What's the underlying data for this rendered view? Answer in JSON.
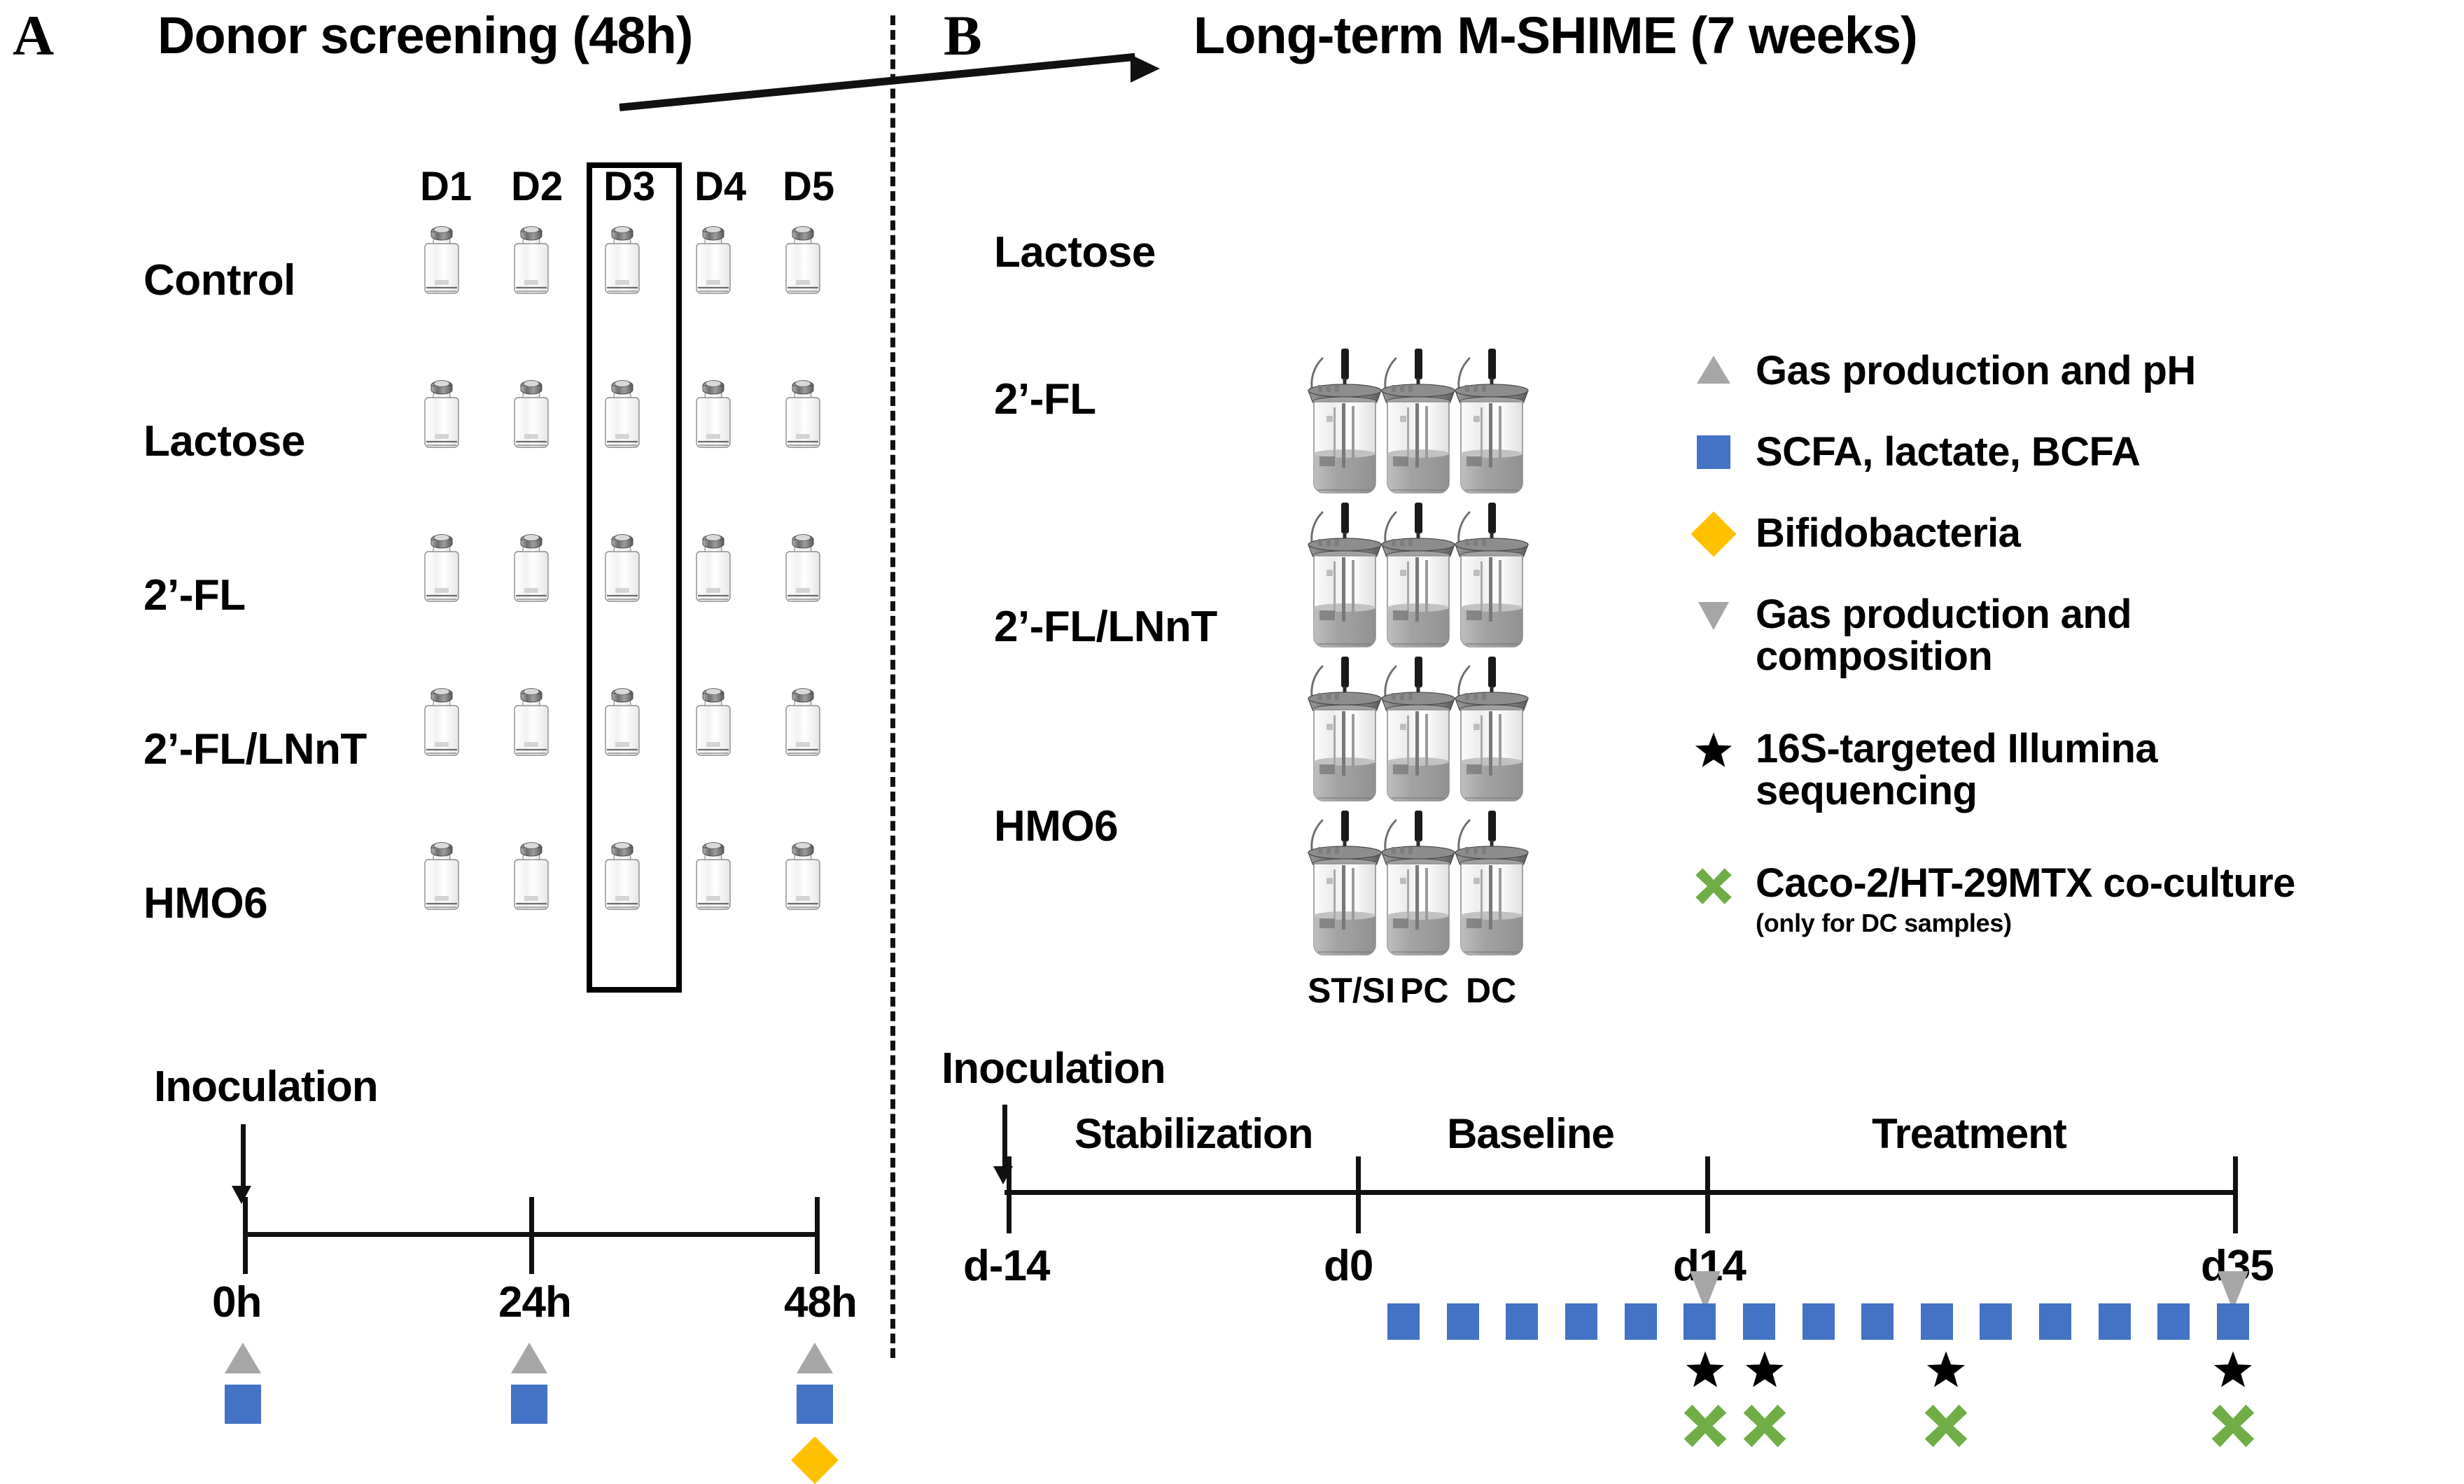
{
  "panels": {
    "a": {
      "letter": "A",
      "title": "Donor screening (48h)",
      "donors": [
        "D1",
        "D2",
        "D3",
        "D4",
        "D5"
      ],
      "highlighted_donor": "D3",
      "treatments": [
        "Control",
        "Lactose",
        "2’-FL",
        "2’-FL/LNnT",
        "HMO6"
      ],
      "timeline": {
        "inoculation_label": "Inoculation",
        "ticks": [
          "0h",
          "24h",
          "48h"
        ],
        "symbols": [
          [
            "gas-ph-triangle",
            "scfa-square"
          ],
          [
            "gas-ph-triangle",
            "scfa-square"
          ],
          [
            "gas-ph-triangle",
            "scfa-square",
            "bifido-diamond"
          ]
        ]
      }
    },
    "b": {
      "letter": "B",
      "title": "Long-term M-SHIME (7 weeks)",
      "treatments": [
        "Lactose",
        "2’-FL",
        "2’-FL/LNnT",
        "HMO6"
      ],
      "vessel_columns": [
        "ST/SI",
        "PC",
        "DC"
      ],
      "timeline": {
        "inoculation_label": "Inoculation",
        "phases": [
          "Stabilization",
          "Baseline",
          "Treatment"
        ],
        "ticks": [
          "d-14",
          "d0",
          "d14",
          "d35"
        ],
        "gas_marker_days": [
          "d14",
          "d35"
        ],
        "scfa_square_count": 15,
        "sequencing_star_days": [
          "d14",
          "d16",
          "d24",
          "d35"
        ],
        "coculture_days": [
          "d14",
          "d16",
          "d24",
          "d35"
        ]
      }
    }
  },
  "legend": {
    "items": [
      {
        "icon": "triangle-up-icon",
        "label": "Gas production and pH",
        "color": "#a6a6a6",
        "sub": ""
      },
      {
        "icon": "square-icon",
        "label": "SCFA, lactate, BCFA",
        "color": "#4472c4",
        "sub": ""
      },
      {
        "icon": "diamond-icon",
        "label": "Bifidobacteria",
        "color": "#ffc000",
        "sub": ""
      },
      {
        "icon": "triangle-down-icon",
        "label": "Gas production and composition",
        "color": "#a6a6a6",
        "sub": ""
      },
      {
        "icon": "star-icon",
        "label": "16S-targeted Illumina sequencing",
        "color": "#000000",
        "sub": ""
      },
      {
        "icon": "cross-icon",
        "label": "Caco-2/HT-29MTX co-culture",
        "color": "#70ad47",
        "sub": "(only for DC samples)"
      }
    ]
  },
  "colors": {
    "gas": "#a6a6a6",
    "scfa": "#4472c4",
    "bifido": "#ffc000",
    "coculture": "#70ad47",
    "star": "#000000",
    "ink": "#111111"
  }
}
